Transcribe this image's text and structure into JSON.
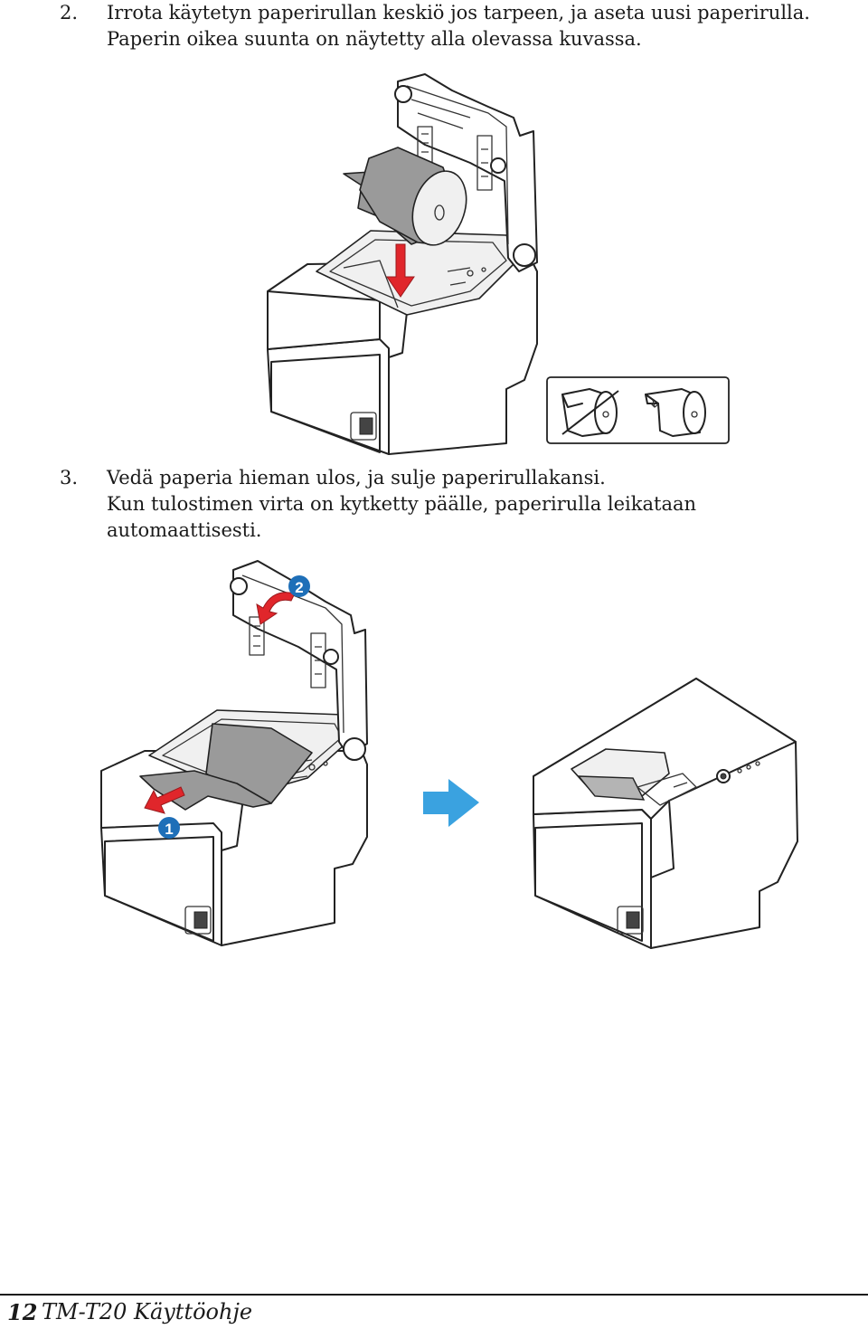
{
  "steps": [
    {
      "number": "2.",
      "lines": [
        "Irrota käytetyn paperirullan keskiö jos tarpeen, ja aseta uusi paperirulla.",
        "Paperin oikea suunta on näytetty alla olevassa kuvassa."
      ]
    },
    {
      "number": "3.",
      "lines": [
        "Vedä paperia hieman ulos, ja sulje paperirullakansi.",
        "Kun tulostimen virta on kytketty päälle, paperirulla leikataan",
        "automaattisesti."
      ]
    }
  ],
  "figures": {
    "load_roll": {
      "icon": "printer-load-paper-roll-illustration",
      "arrow_color": "#e0262b"
    },
    "orientation": {
      "icons": [
        "paper-roll-wrong-orientation-icon",
        "paper-roll-correct-orientation-icon"
      ]
    },
    "close_cover": {
      "icon": "printer-close-cover-illustration",
      "markers": [
        "1",
        "2"
      ],
      "marker_color": "#1e6fb8",
      "arrow_color": "#e0262b"
    },
    "transition": {
      "icon": "blue-right-arrow-icon",
      "color": "#3aa2e0"
    },
    "closed_printer": {
      "icon": "printer-closed-illustration"
    }
  },
  "footer": {
    "page_number": "12",
    "title": "TM-T20 Käyttöohje"
  }
}
